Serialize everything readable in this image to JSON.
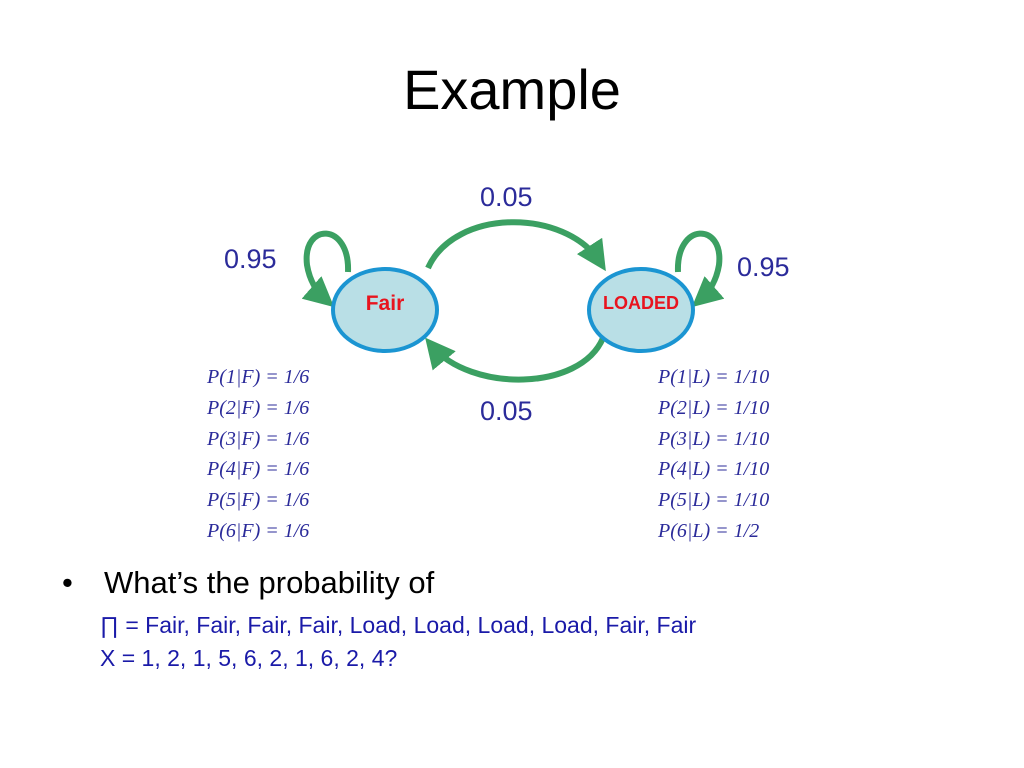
{
  "slide": {
    "title": "Example"
  },
  "diagram": {
    "states": [
      {
        "id": "fair",
        "label": "Fair"
      },
      {
        "id": "loaded",
        "label": "LOADED"
      }
    ],
    "transitions": {
      "fair_to_loaded": "0.05",
      "loaded_to_fair": "0.05",
      "fair_self": "0.95",
      "loaded_self": "0.95"
    },
    "colors": {
      "state_fill": "#b9dfe6",
      "state_stroke": "#1b95d2",
      "arrow": "#3ba062",
      "state_label": "#e8141e",
      "probability_text": "#2b2b9a"
    }
  },
  "emissions": {
    "fair": [
      "P(1|F) = 1/6",
      "P(2|F) = 1/6",
      "P(3|F) = 1/6",
      "P(4|F) = 1/6",
      "P(5|F) = 1/6",
      "P(6|F) = 1/6"
    ],
    "loaded": [
      "P(1|L) = 1/10",
      "P(2|L) = 1/10",
      "P(3|L) = 1/10",
      "P(4|L) = 1/10",
      "P(5|L) = 1/10",
      "P(6|L) = 1/2"
    ]
  },
  "question": {
    "bullet": "•",
    "text": "What’s the probability of",
    "path_line": "∏ = Fair, Fair, Fair, Fair, Load, Load, Load, Load, Fair, Fair",
    "x_line": "X = 1, 2, 1, 5, 6, 2, 1, 6, 2, 4?"
  }
}
